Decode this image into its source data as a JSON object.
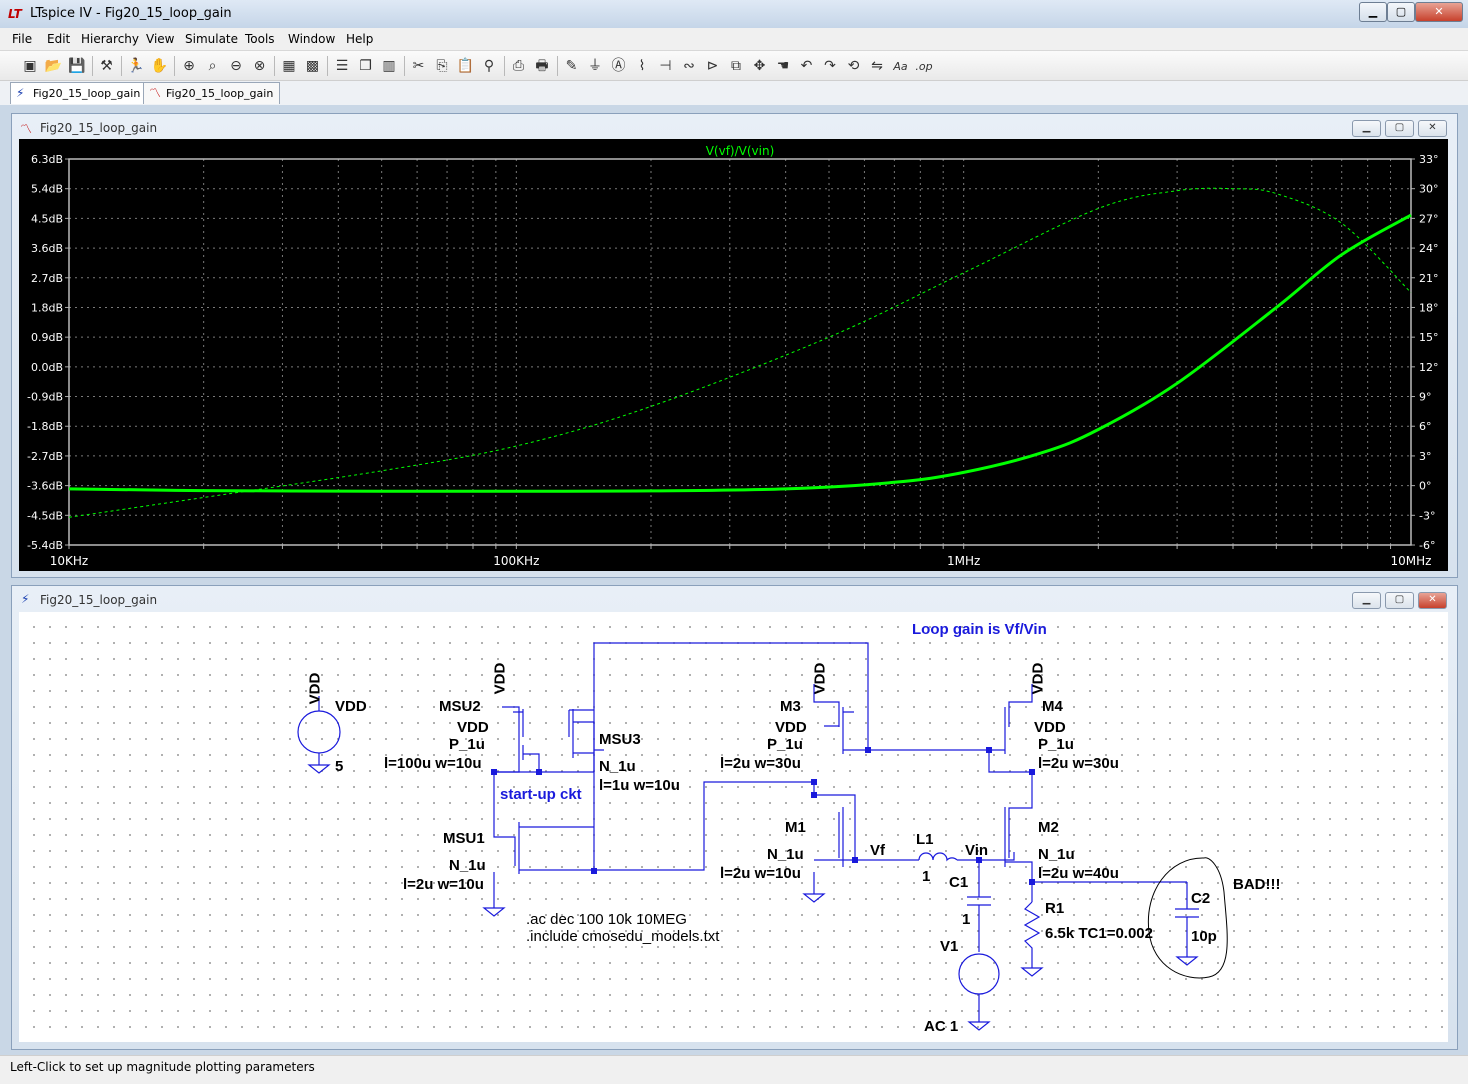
{
  "window": {
    "title": "LTspice IV - Fig20_15_loop_gain",
    "logo": "LT",
    "minimize_icon": "minimize-icon",
    "maximize_icon": "maximize-icon",
    "close_icon": "close-icon"
  },
  "menu": [
    "File",
    "Edit",
    "Hierarchy",
    "View",
    "Simulate",
    "Tools",
    "Window",
    "Help"
  ],
  "toolbar_icons": [
    "new-schematic-icon",
    "open-icon",
    "save-icon",
    "control-panel-icon",
    "run-icon",
    "halt-icon",
    "zoom-in-icon",
    "zoom-fit-icon",
    "zoom-out-icon",
    "cancel-zoom-icon",
    "autorange-icon",
    "grid-icon",
    "tile-horizontal-icon",
    "cascade-icon",
    "tile-vertical-icon",
    "cut-icon",
    "copy-icon",
    "paste-icon",
    "find-icon",
    "print-preview-icon",
    "print-icon",
    "draw-wire-icon",
    "ground-icon",
    "label-net-icon",
    "resistor-icon",
    "capacitor-icon",
    "inductor-icon",
    "diode-icon",
    "component-icon",
    "move-icon",
    "drag-icon",
    "undo-icon",
    "redo-icon",
    "rotate-icon",
    "mirror-icon",
    "text-icon",
    "spice-directive-icon"
  ],
  "tabs": [
    {
      "label": "Fig20_15_loop_gain",
      "icon": "schematic-icon"
    },
    {
      "label": "Fig20_15_loop_gain",
      "icon": "waveform-icon"
    }
  ],
  "plot_window": {
    "title": "Fig20_15_loop_gain",
    "chart_data": {
      "type": "line",
      "title": "V(vf)/V(vin)",
      "x_scale": "log",
      "xlim": [
        10000,
        10000000
      ],
      "x_ticks": [
        {
          "v": 10000,
          "label": "10KHz"
        },
        {
          "v": 100000,
          "label": "100KHz"
        },
        {
          "v": 1000000,
          "label": "1MHz"
        },
        {
          "v": 10000000,
          "label": "10MHz"
        }
      ],
      "ylim_left": [
        -5.4,
        6.3
      ],
      "y_ticks_left": [
        "6.3dB",
        "5.4dB",
        "4.5dB",
        "3.6dB",
        "2.7dB",
        "1.8dB",
        "0.9dB",
        "0.0dB",
        "-0.9dB",
        "-1.8dB",
        "-2.7dB",
        "-3.6dB",
        "-4.5dB",
        "-5.4dB"
      ],
      "ylim_right": [
        -6,
        33
      ],
      "y_ticks_right": [
        "33°",
        "30°",
        "27°",
        "24°",
        "21°",
        "18°",
        "15°",
        "12°",
        "9°",
        "6°",
        "3°",
        "0°",
        "-3°",
        "-6°"
      ],
      "grid": true,
      "color": "#00ff00",
      "series": [
        {
          "name": "magnitude",
          "axis": "left",
          "style": "solid",
          "x": [
            10000,
            20000,
            50000,
            100000,
            200000,
            400000,
            700000,
            1000000,
            1500000,
            2000000,
            3000000,
            5000000,
            7000000,
            10000000
          ],
          "y": [
            -3.7,
            -3.75,
            -3.77,
            -3.77,
            -3.76,
            -3.7,
            -3.5,
            -3.2,
            -2.6,
            -1.9,
            -0.5,
            1.8,
            3.4,
            4.6
          ]
        },
        {
          "name": "phase",
          "axis": "right",
          "style": "dashed",
          "x": [
            10000,
            20000,
            50000,
            100000,
            200000,
            500000,
            1000000,
            2000000,
            3000000,
            4000000,
            5000000,
            7000000,
            10000000
          ],
          "y": [
            -3.2,
            -1.2,
            1.5,
            4.0,
            8.0,
            15.0,
            21.5,
            28.0,
            29.8,
            30.0,
            29.5,
            26.5,
            19.5
          ]
        }
      ]
    }
  },
  "schematic_window": {
    "title": "Fig20_15_loop_gain",
    "labels": {
      "loop_gain": "Loop gain is Vf/Vin",
      "vdd_src_node": "VDD",
      "vdd_src_name": "VDD",
      "vdd_src_value": "5",
      "msu2": "MSU2",
      "msu2_vdd": "VDD",
      "msu2_top": "VDD",
      "msu2_model": "P_1u",
      "msu2_size": "l=100u w=10u",
      "msu3": "MSU3",
      "msu3_model": "N_1u",
      "msu3_size": "l=1u w=10u",
      "startup": "start-up ckt",
      "msu1": "MSU1",
      "msu1_model": "N_1u",
      "msu1_size": "l=2u w=10u",
      "m3": "M3",
      "m3_vdd": "VDD",
      "m3_top": "VDD",
      "m3_model": "P_1u",
      "m3_size": "l=2u w=30u",
      "m4": "M4",
      "m4_vdd": "VDD",
      "m4_top": "VDD",
      "m4_model": "P_1u",
      "m4_size": "l=2u w=30u",
      "m1": "M1",
      "m1_model": "N_1u",
      "m1_size": "l=2u w=10u",
      "m2": "M2",
      "m2_model": "N_1u",
      "m2_size": "l=2u w=40u",
      "vf": "Vf",
      "vin": "Vin",
      "l1": "L1",
      "l1_value": "1",
      "c1": "C1",
      "c1_value": "1",
      "v1": "V1",
      "v1_value": "AC 1",
      "r1": "R1",
      "r1_value": "6.5k TC1=0.002",
      "c2": "C2",
      "c2_value": "10p",
      "bad": "BAD!!!",
      "directive1": ".ac dec 100 10k 10MEG",
      "directive2": ".include cmosedu_models.txt"
    }
  },
  "status": "Left-Click to set up magnitude plotting parameters"
}
